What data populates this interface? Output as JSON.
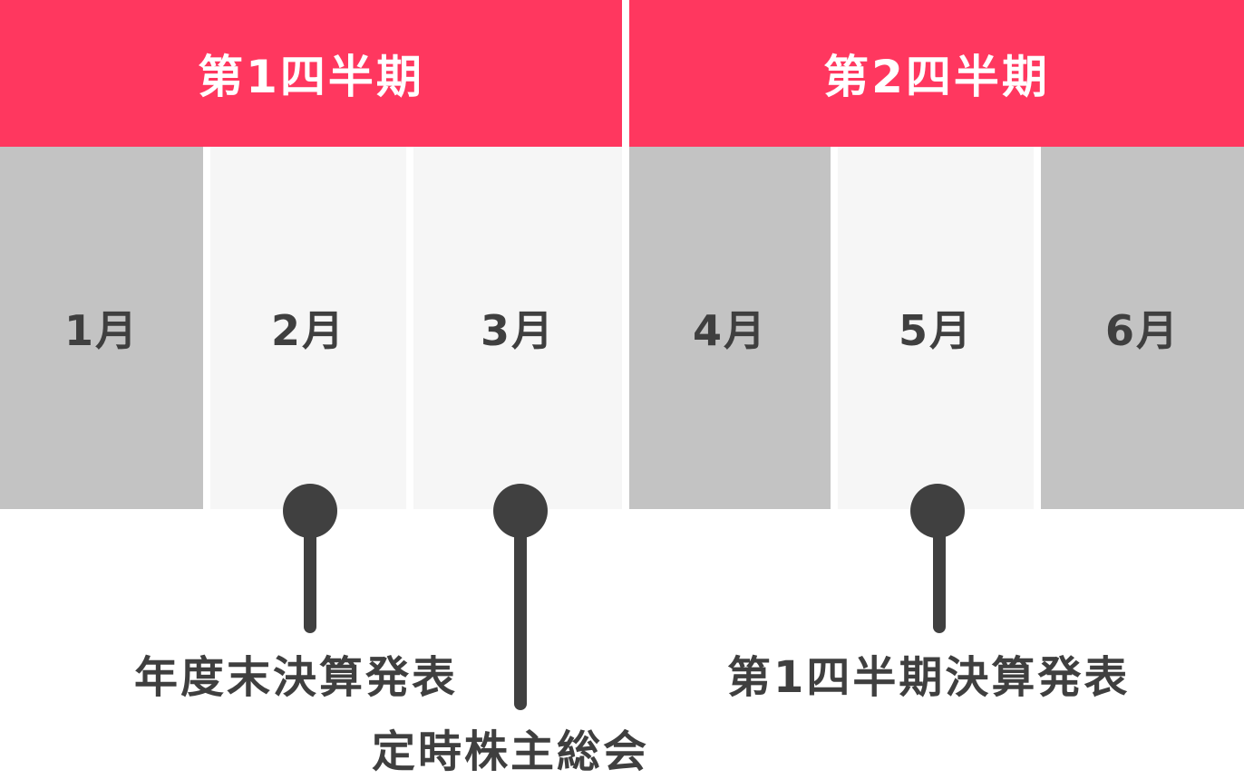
{
  "colors": {
    "quarter_header": "#ff375f",
    "month_dark": "#c3c3c3",
    "month_light": "#f6f6f6",
    "marker": "#404040",
    "text": "#3f3f3f"
  },
  "quarters": [
    {
      "label": "第1四半期"
    },
    {
      "label": "第2四半期"
    }
  ],
  "months": [
    {
      "label": "1月",
      "shade": "dark"
    },
    {
      "label": "2月",
      "shade": "light"
    },
    {
      "label": "3月",
      "shade": "light"
    },
    {
      "label": "4月",
      "shade": "dark"
    },
    {
      "label": "5月",
      "shade": "light"
    },
    {
      "label": "6月",
      "shade": "dark"
    }
  ],
  "events": [
    {
      "label": "年度末決算発表"
    },
    {
      "label": "定時株主総会"
    },
    {
      "label": "第1四半期決算発表"
    }
  ]
}
